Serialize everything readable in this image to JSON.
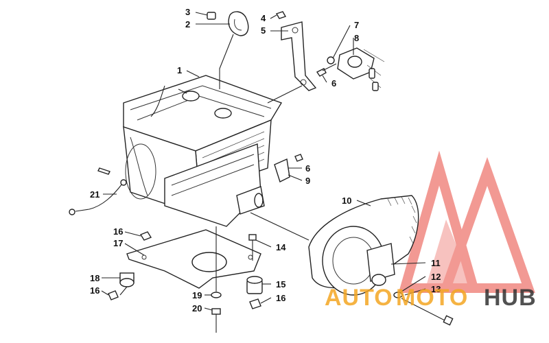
{
  "callouts": {
    "c1": "1",
    "c2": "2",
    "c3": "3",
    "c4": "4",
    "c5": "5",
    "c6a": "6",
    "c6b": "6",
    "c7": "7",
    "c8": "8",
    "c9": "9",
    "c10": "10",
    "c11": "11",
    "c12": "12",
    "c13": "13",
    "c14": "14",
    "c15": "15",
    "c16a": "16",
    "c16b": "16",
    "c16c": "16",
    "c17": "17",
    "c18": "18",
    "c19": "19",
    "c20": "20",
    "c21": "21"
  },
  "watermark": {
    "part1": "AUTO",
    "part2": "MOTO",
    "part3": "HUB",
    "color_red": "#e8463c",
    "color_orange": "#f4a623",
    "color_dark": "#333333"
  }
}
